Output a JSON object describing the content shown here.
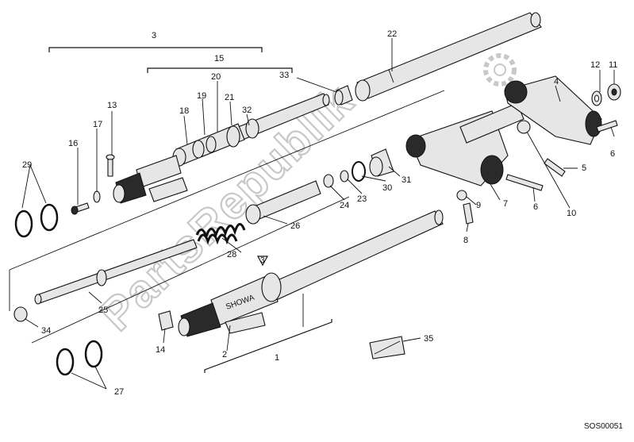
{
  "diagram": {
    "watermark": "PartsRepublik",
    "drawing_code": "SOS00051",
    "callouts": [
      "1",
      "2",
      "3",
      "4",
      "5",
      "6",
      "6",
      "7",
      "8",
      "9",
      "10",
      "11",
      "12",
      "13",
      "14",
      "15",
      "16",
      "17",
      "18",
      "19",
      "20",
      "21",
      "22",
      "23",
      "24",
      "25",
      "26",
      "27",
      "28",
      "29",
      "30",
      "31",
      "32",
      "33",
      "34",
      "35"
    ],
    "symbol_label": "3",
    "logo_text": "SHOWA",
    "colors": {
      "ink": "#111111",
      "part_fill": "#e6e6e6",
      "watermark": "#c8c8c8",
      "background": "#ffffff"
    }
  }
}
